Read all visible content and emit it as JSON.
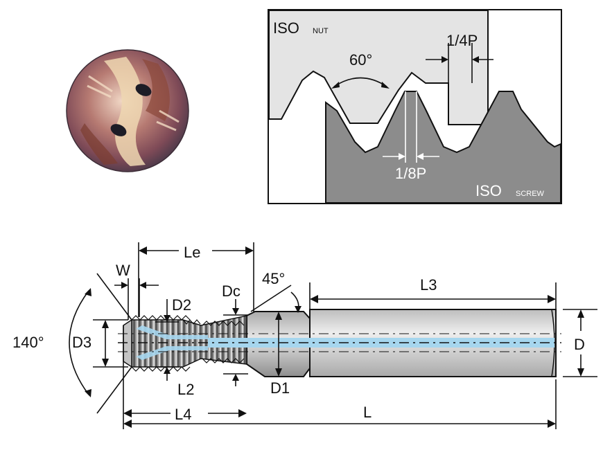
{
  "thread_profile": {
    "nut_label": "ISO",
    "nut_subscript": "NUT",
    "screw_label": "ISO",
    "screw_subscript": "SCREW",
    "angle_label": "60°",
    "crest_label": "1/4P",
    "root_label": "1/8P"
  },
  "tool_drawing": {
    "dimensions": {
      "w": "W",
      "le": "Le",
      "dc": "Dc",
      "chamfer_angle": "45°",
      "l3": "L3",
      "d2": "D2",
      "point_angle": "140°",
      "d3": "D3",
      "d": "D",
      "d1": "D1",
      "l2": "L2",
      "l4": "L4",
      "l": "L"
    }
  },
  "colors": {
    "nut_fill": "#e4e4e4",
    "screw_fill": "#8c8c8c",
    "coolant": "#a6d6ee",
    "shank_fill": "#d8d8d8"
  },
  "icons": {
    "tool_end_photo": "coated-tap-end-view-icon"
  }
}
